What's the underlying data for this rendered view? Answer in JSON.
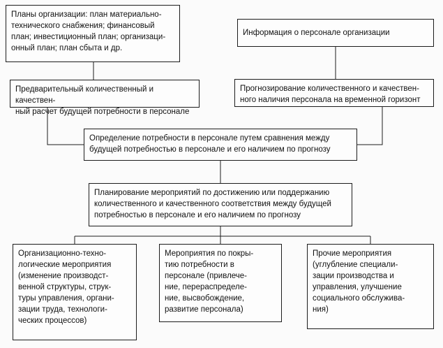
{
  "diagram": {
    "type": "flowchart",
    "language": "ru",
    "line_color": "#1c1c1c",
    "box_background": "#fdfdfd",
    "boxes": {
      "org_plans": "Планы организации: план материально-\nтехнического снабжения; финансовый\nплан; инвестиционный план; организаци-\nонный план; план сбыта и др.",
      "personnel_info": "Информация о персонале организации",
      "preliminary_calc": "Предварительный количественный и качествен-\nный расчет будущей потребности в персонале",
      "forecast": "Прогнозирование количественного и качествен-\nного наличия персонала на временной горизонт",
      "determine_need": "Определение потребности в персонале путем сравнения между\nбудущей потребностью в персонале и его наличием по прогнозу",
      "planning_measures": "Планирование мероприятий по достижению или поддержанию\nколичественного и качественного соответствия между будущей\nпотребностью в персонале и его наличием по прогнозу",
      "org_tech_measures": "Организационно-техно-\nлогические мероприятия\n(изменение производст-\nвенной структуры, струк-\nтуры управления, органи-\nзации труда, технологи-\nческих процессов)",
      "coverage_measures": "Мероприятия по покры-\nтию потребности в\nперсонале (привлече-\nние, перераспределе-\nние, высвобождение,\nразвитие персонала)",
      "other_measures": "Прочие мероприятия\n(углубление специали-\nзации производства и\nуправления, улучшение\nсоциального обслужива-\nния)"
    }
  }
}
